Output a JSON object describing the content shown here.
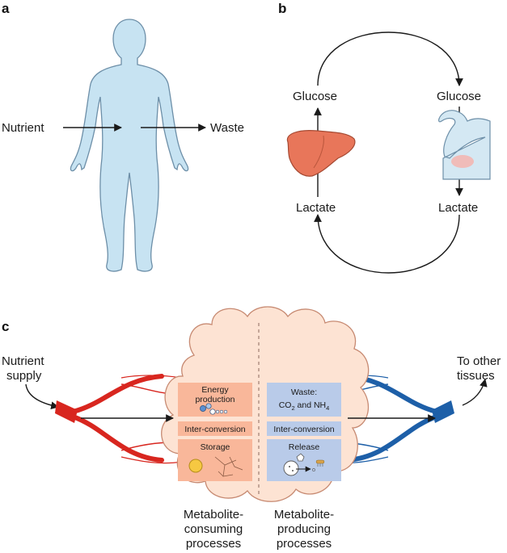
{
  "panels": {
    "a": "a",
    "b": "b",
    "c": "c"
  },
  "panel_a": {
    "input": "Nutrient",
    "output": "Waste"
  },
  "panel_b": {
    "glucose_left": "Glucose",
    "glucose_right": "Glucose",
    "lactate_left": "Lactate",
    "lactate_right": "Lactate"
  },
  "panel_c": {
    "supply": [
      "Nutrient",
      "supply"
    ],
    "destination": [
      "To other",
      "tissues"
    ],
    "consuming": {
      "energy": [
        "Energy",
        "production"
      ],
      "interconversion": "Inter-conversion",
      "storage": "Storage",
      "caption": [
        "Metabolite-",
        "consuming",
        "processes"
      ]
    },
    "producing": {
      "waste_title": "Waste:",
      "waste_co2": "CO",
      "waste_co2_sub": "2",
      "waste_and": " and NH",
      "waste_nh4_sub": "4",
      "interconversion": "Inter-conversion",
      "release": "Release",
      "caption": [
        "Metabolite-",
        "producing",
        "processes"
      ]
    }
  },
  "colors": {
    "body": "#c7e3f2",
    "body_outline": "#6d8fa8",
    "liver": "#e8765a",
    "arm": "#d4e8f3",
    "cell": "#fde3d3",
    "consume_box": "#f9b79a",
    "produce_box": "#b9cbe9",
    "artery": "#d8261f",
    "vein": "#1d5fa8"
  }
}
